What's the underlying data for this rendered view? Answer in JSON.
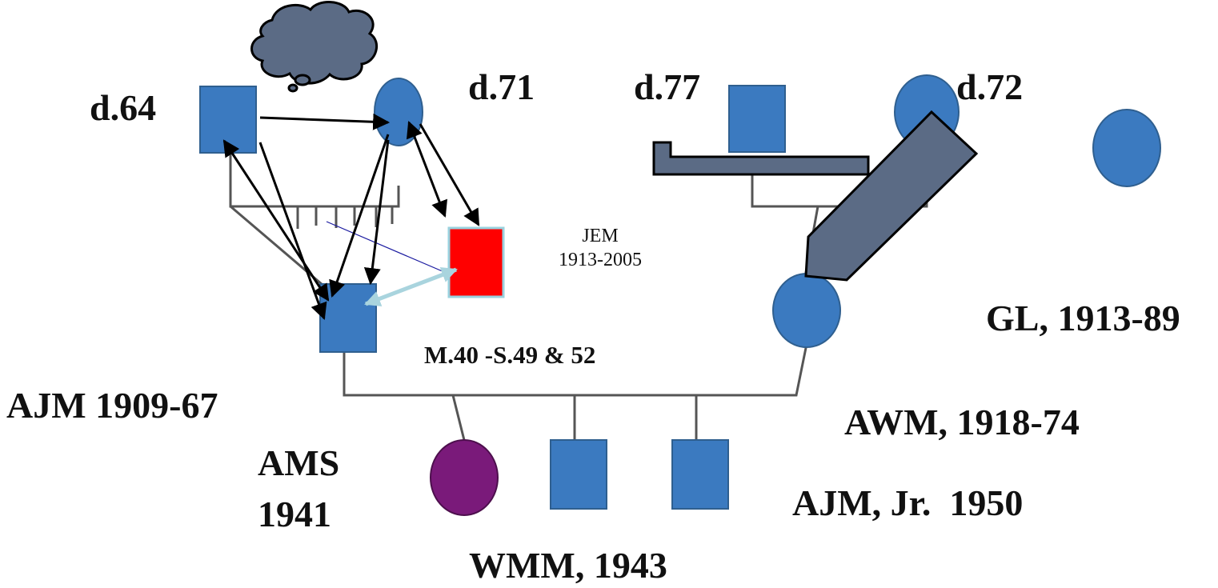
{
  "colors": {
    "node_fill": "#3b7ac0",
    "node_stroke": "#2f5f8f",
    "highlight_fill": "#ff0000",
    "highlight_stroke": "#9ad1de",
    "daughter_fill": "#7a1a7a",
    "shape_fill": "#5b6b85",
    "line": "#555555",
    "arrow": "#000000",
    "light_arrow": "#a9d4de",
    "thin_line": "#1a1aa0"
  },
  "labels": {
    "d64": "d.64",
    "d71": "d.71",
    "d77": "d.77",
    "d72": "d.72",
    "jem_name": "JEM",
    "jem_years": "1913-2005",
    "gl": "GL, 1913-89",
    "marriage": "M.40 -S.49 & 52",
    "ajm": "AJM 1909-67",
    "awm": "AWM, 1918-74",
    "ams_name": "AMS",
    "ams_year": "1941",
    "ajm_jr": "AJM, Jr.  1950",
    "wmm": "WMM, 1943"
  }
}
